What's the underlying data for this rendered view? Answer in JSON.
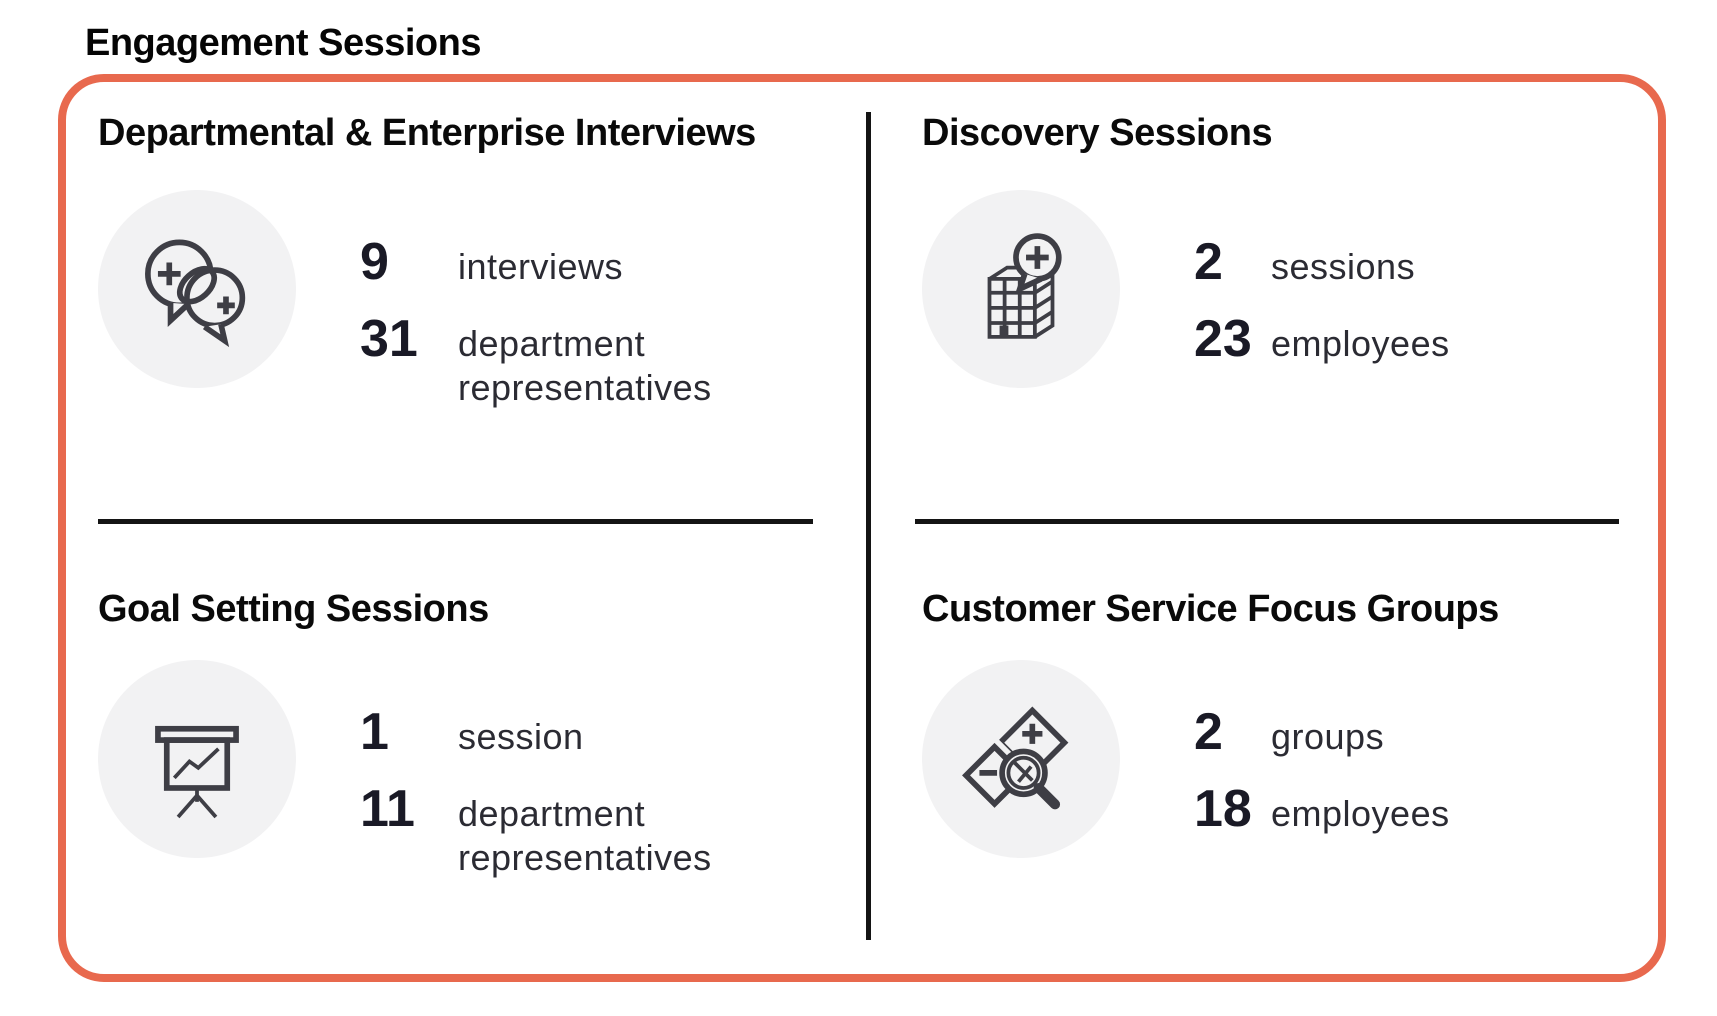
{
  "title": "Engagement Sessions",
  "colors": {
    "accent_border": "#E8694E",
    "heading_text": "#0A0A0A",
    "stat_value_text": "#1A1A26",
    "stat_label_text": "#2B2B33",
    "icon_stroke": "#3E3E45",
    "icon_circle_bg": "#F2F2F3",
    "divider": "#141414"
  },
  "quadrants": [
    {
      "heading": "Departmental & Enterprise Interviews",
      "icon": "speech-bubbles-plus-icon",
      "stats": [
        {
          "value": "9",
          "label": "interviews"
        },
        {
          "value": "31",
          "label": "department representatives"
        }
      ]
    },
    {
      "heading": "Discovery Sessions",
      "icon": "building-discovery-bubble-icon",
      "stats": [
        {
          "value": "2",
          "label": "sessions"
        },
        {
          "value": "23",
          "label": "employees"
        }
      ]
    },
    {
      "heading": "Goal Setting Sessions",
      "icon": "presentation-chart-easel-icon",
      "stats": [
        {
          "value": "1",
          "label": "session"
        },
        {
          "value": "11",
          "label": "department representatives"
        }
      ]
    },
    {
      "heading": "Customer Service Focus Groups",
      "icon": "focus-group-compare-magnifier-icon",
      "stats": [
        {
          "value": "2",
          "label": "groups"
        },
        {
          "value": "18",
          "label": "employees"
        }
      ]
    }
  ]
}
